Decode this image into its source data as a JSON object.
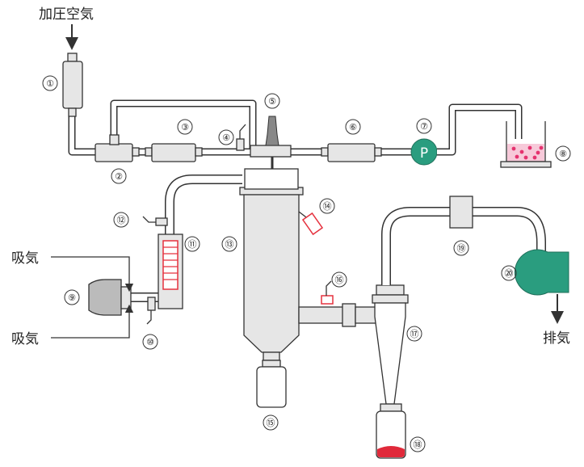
{
  "labels": {
    "pressurized_air": "加圧空気",
    "intake_top": "吸気",
    "intake_bottom": "吸気",
    "exhaust": "排気",
    "pump": "P"
  },
  "numbers": [
    "①",
    "②",
    "③",
    "④",
    "⑤",
    "⑥",
    "⑦",
    "⑧",
    "⑨",
    "⑩",
    "⑪",
    "⑫",
    "⑬",
    "⑭",
    "⑮",
    "⑯",
    "⑰",
    "⑱",
    "⑲",
    "⑳"
  ],
  "colors": {
    "pump_green": "#2a9d7f",
    "blower_green": "#2a9d7f",
    "heater_red": "#e5323f",
    "liquid_pink": "#f7c9d9",
    "droplet_red": "#e5326f",
    "collected_red": "#e0293a",
    "part_gray": "#e6e6e6"
  }
}
